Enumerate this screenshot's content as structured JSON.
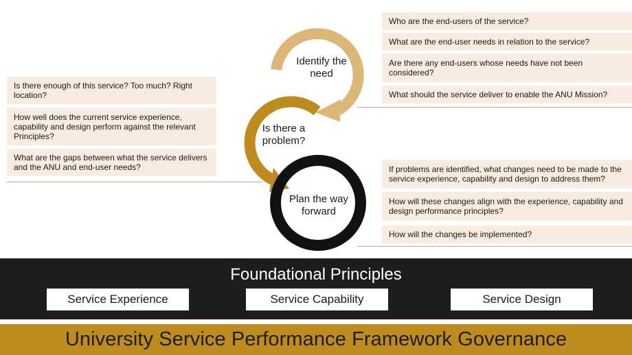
{
  "cycle": {
    "step1": "Identify the need",
    "step2": "Is there a problem?",
    "step3": "Plan the way forward"
  },
  "identify_questions": [
    "Who are the end-users of the service?",
    "What are the end-user needs in relation to the service?",
    "Are there any end-users whose needs have not been considered?",
    "What should the service deliver to enable the ANU Mission?"
  ],
  "problem_questions": [
    "Is there enough of this service? Too much? Right location?",
    "How well does the current service experience, capability and design perform against the relevant Principles?",
    "What are the gaps between what the service delivers and the ANU and end-user needs?"
  ],
  "plan_questions": [
    "If problems are identified, what changes need to be made to the service experience, capability and design to address them?",
    "How will these changes align with the experience, capability and design performance principles?",
    "How will the changes be implemented?"
  ],
  "foundation": {
    "title": "Foundational Principles",
    "principles": [
      "Service Experience",
      "Service Capability",
      "Service Design"
    ]
  },
  "governance": {
    "title": "University Service Performance Framework Governance"
  },
  "colors": {
    "identify_ring": "#dcb878",
    "problem_ring": "#be8c1e",
    "plan_ring": "#111111",
    "question_box": "#f7ecdf",
    "foundation_bar": "#1d1d1b",
    "governance_bar": "#be8c1e"
  }
}
